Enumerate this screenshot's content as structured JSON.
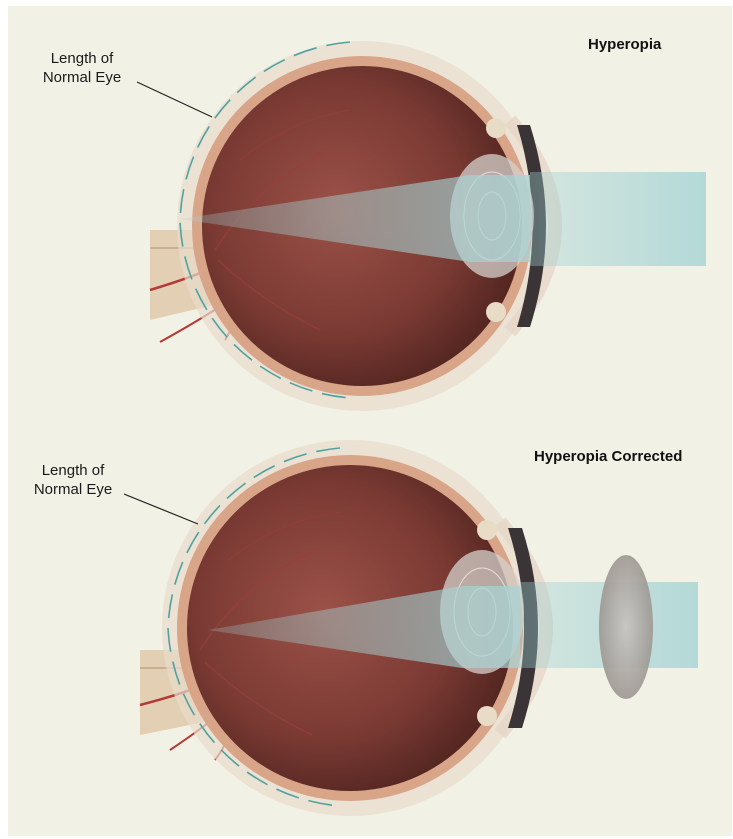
{
  "panels": [
    {
      "title": "Hyperopia",
      "label_line1": "Length of",
      "label_line2": "Normal Eye"
    },
    {
      "title": "Hyperopia Corrected",
      "label_line1": "Length of",
      "label_line2": "Normal Eye"
    }
  ],
  "colors": {
    "background": "#f2f1e6",
    "eye_interior": "#7c3b35",
    "sclera": "#d8a589",
    "light_beam": "#9fd1d3",
    "dashed_outline": "#4fa2a0",
    "corrective_lens": "#8c8682"
  }
}
